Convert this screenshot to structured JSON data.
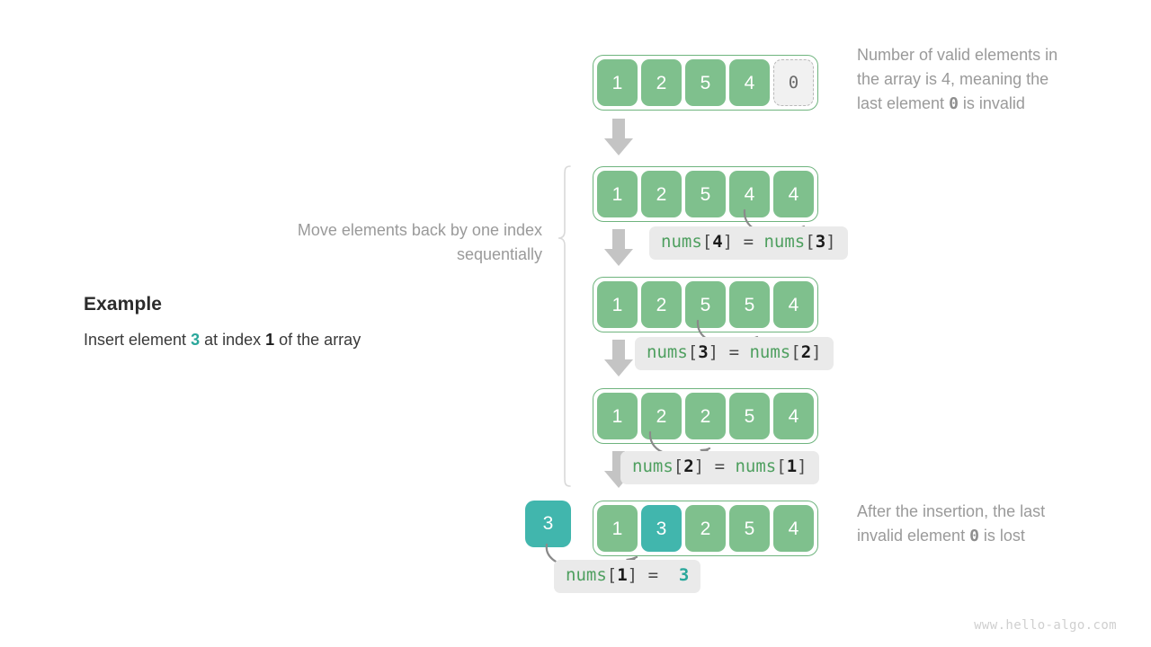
{
  "example": {
    "title": "Example",
    "sentence_prefix": "Insert element ",
    "insert_value": "3",
    "sentence_middle": " at index ",
    "insert_index": "1",
    "sentence_suffix": " of the array"
  },
  "move_note": "Move elements back by one index sequentially",
  "notes": {
    "top_line1": "Number of valid elements in",
    "top_line2": "the array is 4, meaning the",
    "top_line3_pre": "last element ",
    "top_line3_zero": "0",
    "top_line3_post": " is invalid",
    "bottom_line1": "After the insertion, the last",
    "bottom_line2_pre": "invalid element ",
    "bottom_line2_zero": "0",
    "bottom_line2_post": " is lost"
  },
  "rows": [
    {
      "name": "array-initial",
      "cells": [
        "1",
        "2",
        "5",
        "4",
        "0"
      ],
      "states": [
        "valid",
        "valid",
        "valid",
        "valid",
        "invalid"
      ]
    },
    {
      "name": "array-step-1",
      "cells": [
        "1",
        "2",
        "5",
        "4",
        "4"
      ],
      "states": [
        "valid",
        "valid",
        "valid",
        "valid",
        "valid"
      ]
    },
    {
      "name": "array-step-2",
      "cells": [
        "1",
        "2",
        "5",
        "5",
        "4"
      ],
      "states": [
        "valid",
        "valid",
        "valid",
        "valid",
        "valid"
      ]
    },
    {
      "name": "array-step-3",
      "cells": [
        "1",
        "2",
        "2",
        "5",
        "4"
      ],
      "states": [
        "valid",
        "valid",
        "valid",
        "valid",
        "valid"
      ]
    },
    {
      "name": "array-final",
      "cells": [
        "1",
        "3",
        "2",
        "5",
        "4"
      ],
      "states": [
        "valid",
        "inserted",
        "valid",
        "valid",
        "valid"
      ]
    }
  ],
  "loose_element": "3",
  "code_labels": [
    {
      "name": "code-label-1",
      "lhs_name": "nums",
      "lhs_index": "4",
      "op": "=",
      "rhs_name": "nums",
      "rhs_index": "3",
      "rhs_value": ""
    },
    {
      "name": "code-label-2",
      "lhs_name": "nums",
      "lhs_index": "3",
      "op": "=",
      "rhs_name": "nums",
      "rhs_index": "2",
      "rhs_value": ""
    },
    {
      "name": "code-label-3",
      "lhs_name": "nums",
      "lhs_index": "2",
      "op": "=",
      "rhs_name": "nums",
      "rhs_index": "1",
      "rhs_value": ""
    },
    {
      "name": "code-label-4",
      "lhs_name": "nums",
      "lhs_index": "1",
      "op": "=",
      "rhs_name": "",
      "rhs_index": "",
      "rhs_value": "3"
    }
  ],
  "watermark": "www.hello-algo.com",
  "colors": {
    "cell_green": "#7fc08d",
    "cell_border_green": "#6fb47e",
    "teal": "#41b6ad",
    "teal_text": "#2aa79b",
    "gray_text": "#9a9a9a",
    "pill_bg": "#eaeaea",
    "code_green": "#4e9f5f",
    "arrow_gray": "#c4c4c4",
    "curve_gray": "#7d7d7d"
  }
}
